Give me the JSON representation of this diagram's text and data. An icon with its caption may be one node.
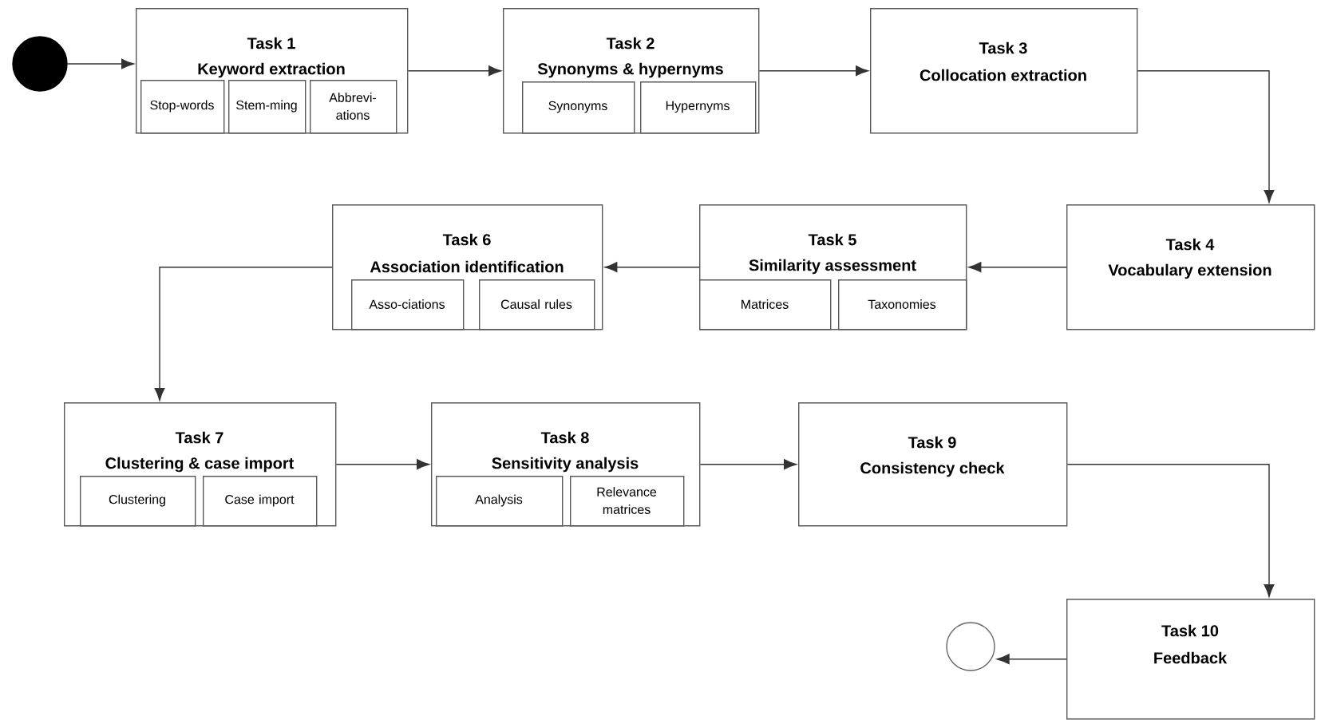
{
  "diagram": {
    "nodes": [
      {
        "text": [],
        "shape": "circle"
      },
      {
        "text": [
          "Task 1",
          "Keyword extraction"
        ]
      },
      {
        "text": [
          "Stop-words"
        ],
        "in": 1
      },
      {
        "text": [
          "Stem-ming"
        ],
        "in": 1
      },
      {
        "text": [
          "Abbrevi-ations"
        ],
        "in": 1
      },
      {
        "text": [
          "Task 2",
          "Synonyms & hypernyms"
        ]
      },
      {
        "text": [
          "Synonyms"
        ],
        "in": 5
      },
      {
        "text": [
          "Hypernyms"
        ],
        "in": 5
      },
      {
        "text": [
          "Task 3",
          "Collocation extraction"
        ]
      },
      {
        "text": [
          "Task 4",
          "Vocabulary extension"
        ]
      },
      {
        "text": [
          "Task 5",
          "Similarity assessment"
        ]
      },
      {
        "text": [
          "Matrices"
        ],
        "in": 10
      },
      {
        "text": [
          "Taxonomies"
        ],
        "in": 10
      },
      {
        "text": [
          "Task 6",
          "Association identification"
        ]
      },
      {
        "text": [
          "Asso-ciations"
        ],
        "in": 13
      },
      {
        "text": [
          "Causal rules"
        ],
        "in": 13
      },
      {
        "text": [
          "Task 7",
          "Clustering & case import"
        ]
      },
      {
        "text": [
          "Clustering"
        ],
        "in": 16
      },
      {
        "text": [
          "Case import"
        ],
        "in": 16
      },
      {
        "text": [
          "Task 8",
          "Sensitivity analysis"
        ]
      },
      {
        "text": [
          "Analysis"
        ],
        "in": 19
      },
      {
        "text": [
          "Relevance matrices"
        ],
        "in": 19
      },
      {
        "text": [
          "Task 9",
          "Consistency check"
        ]
      },
      {
        "text": [
          "Task 10",
          "Feedback"
        ]
      },
      {
        "text": [],
        "shape": "circle"
      }
    ],
    "edges": [
      {
        "from": 0,
        "to": 1,
        "arrow": "to"
      },
      {
        "from": 1,
        "to": 5,
        "arrow": "to"
      },
      {
        "from": 5,
        "to": 8,
        "arrow": "to"
      },
      {
        "from": 8,
        "to": 9,
        "arrow": "to"
      },
      {
        "from": 9,
        "to": 10,
        "arrow": "to"
      },
      {
        "from": 10,
        "to": 13,
        "arrow": "to"
      },
      {
        "from": 13,
        "to": 16,
        "arrow": "to"
      },
      {
        "from": 16,
        "to": 19,
        "arrow": "to"
      },
      {
        "from": 19,
        "to": 22,
        "arrow": "to"
      },
      {
        "from": 22,
        "to": 23,
        "arrow": "to"
      },
      {
        "from": 23,
        "to": 24,
        "arrow": "to"
      }
    ]
  }
}
